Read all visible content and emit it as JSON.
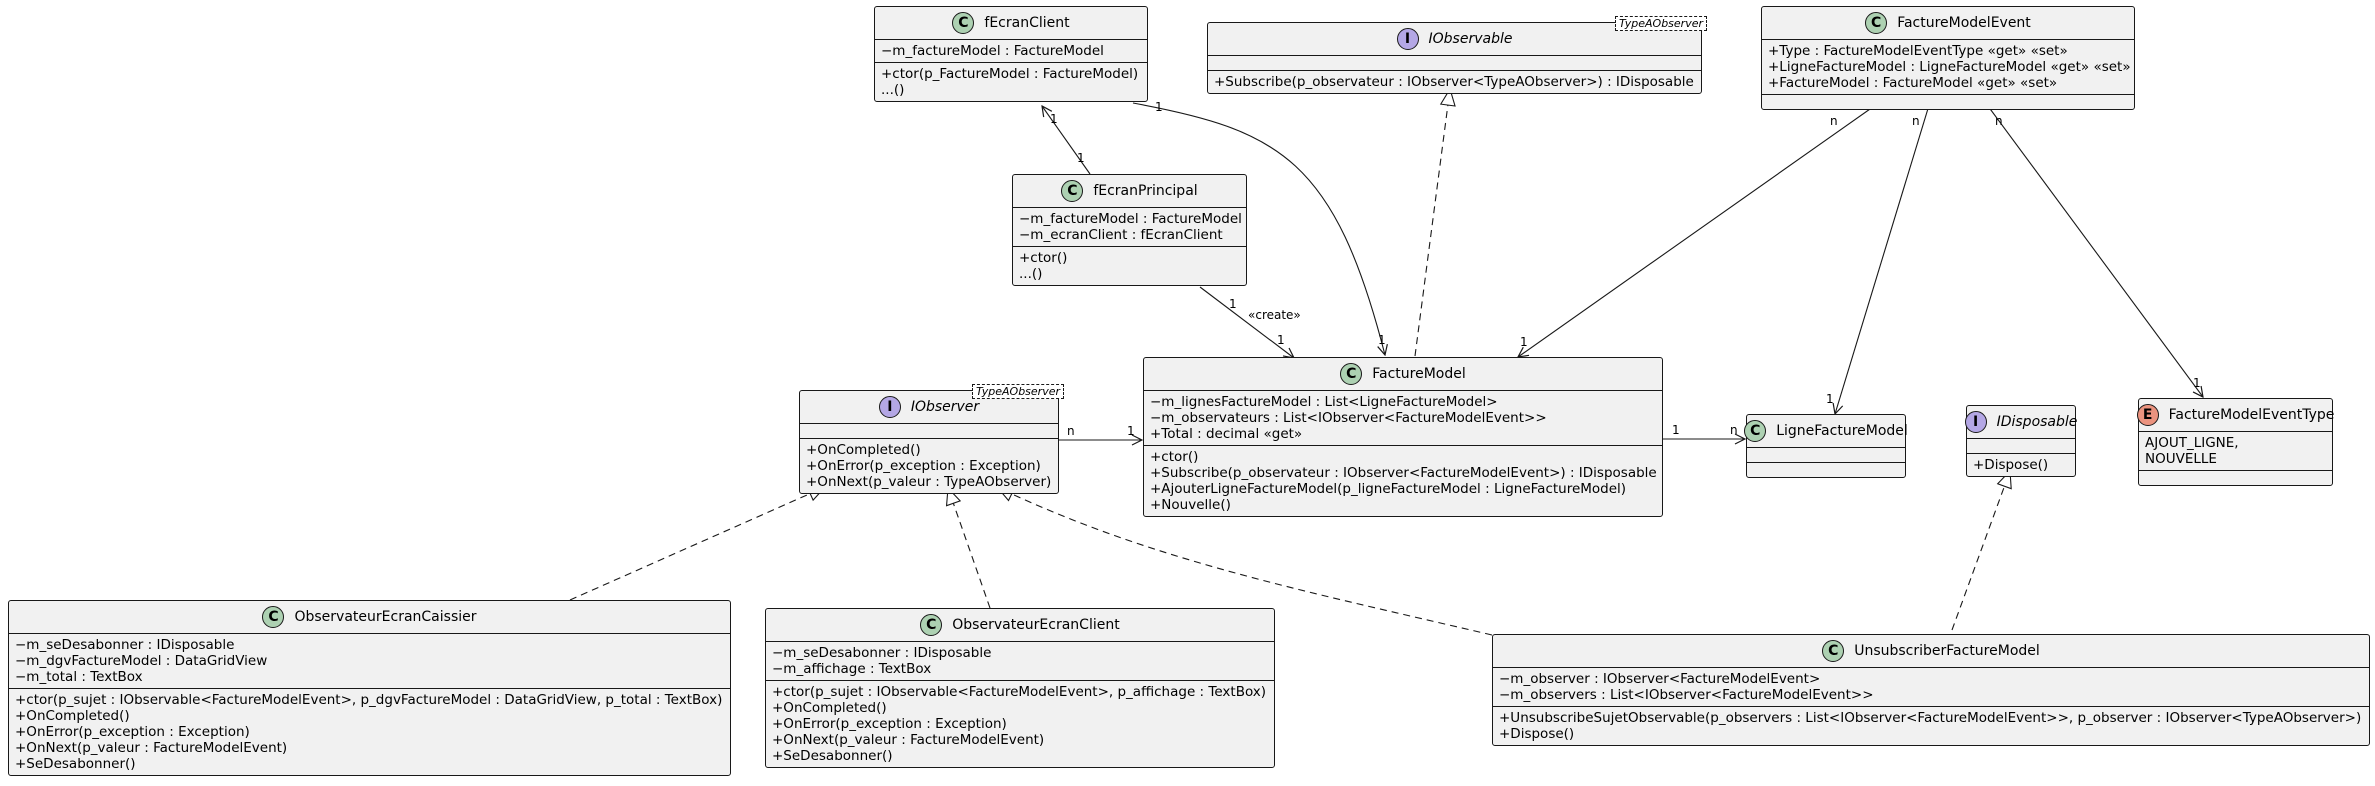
{
  "classes": {
    "fEcranClient": {
      "name": "fEcranClient",
      "attributes": [
        "−m_factureModel : FactureModel"
      ],
      "methods": [
        "+ctor(p_FactureModel : FactureModel)",
        "...()"
      ]
    },
    "IObservable": {
      "name": "IObservable",
      "type_param": "TypeAObserver",
      "attributes": [],
      "methods": [
        "+Subscribe(p_observateur : IObserver<TypeAObserver>) : IDisposable"
      ]
    },
    "FactureModelEvent": {
      "name": "FactureModelEvent",
      "attributes": [
        "+Type : FactureModelEventType «get» «set»",
        "+LigneFactureModel : LigneFactureModel «get» «set»",
        "+FactureModel : FactureModel «get» «set»"
      ],
      "methods": []
    },
    "fEcranPrincipal": {
      "name": "fEcranPrincipal",
      "attributes": [
        "−m_factureModel : FactureModel",
        "−m_ecranClient : fEcranClient"
      ],
      "methods": [
        "+ctor()",
        "...()"
      ]
    },
    "FactureModel": {
      "name": "FactureModel",
      "attributes": [
        "−m_lignesFactureModel : List<LigneFactureModel>",
        "−m_observateurs : List<IObserver<FactureModelEvent>>",
        "+Total : decimal «get»"
      ],
      "methods": [
        "+ctor()",
        "+Subscribe(p_observateur : IObserver<FactureModelEvent>) : IDisposable",
        "+AjouterLigneFactureModel(p_ligneFactureModel : LigneFactureModel)",
        "+Nouvelle()"
      ]
    },
    "IObserver": {
      "name": "IObserver",
      "type_param": "TypeAObserver",
      "attributes": [],
      "methods": [
        "+OnCompleted()",
        "+OnError(p_exception : Exception)",
        "+OnNext(p_valeur : TypeAObserver)"
      ]
    },
    "LigneFactureModel": {
      "name": "LigneFactureModel",
      "attributes": [],
      "methods": []
    },
    "IDisposable": {
      "name": "IDisposable",
      "attributes": [],
      "methods": [
        "+Dispose()"
      ]
    },
    "FactureModelEventType": {
      "name": "FactureModelEventType",
      "values": [
        "AJOUT_LIGNE,",
        "NOUVELLE"
      ]
    },
    "ObservateurEcranCaissier": {
      "name": "ObservateurEcranCaissier",
      "attributes": [
        "−m_seDesabonner : IDisposable",
        "−m_dgvFactureModel : DataGridView",
        "−m_total : TextBox"
      ],
      "methods": [
        "+ctor(p_sujet : IObservable<FactureModelEvent>, p_dgvFactureModel : DataGridView, p_total : TextBox)",
        "+OnCompleted()",
        "+OnError(p_exception : Exception)",
        "+OnNext(p_valeur : FactureModelEvent)",
        "+SeDesabonner()"
      ]
    },
    "ObservateurEcranClient": {
      "name": "ObservateurEcranClient",
      "attributes": [
        "−m_seDesabonner : IDisposable",
        "−m_affichage : TextBox"
      ],
      "methods": [
        "+ctor(p_sujet : IObservable<FactureModelEvent>, p_affichage : TextBox)",
        "+OnCompleted()",
        "+OnError(p_exception : Exception)",
        "+OnNext(p_valeur : FactureModelEvent)",
        "+SeDesabonner()"
      ]
    },
    "UnsubscriberFactureModel": {
      "name": "UnsubscriberFactureModel",
      "attributes": [
        "−m_observer : IObserver<FactureModelEvent>",
        "−m_observers : List<IObserver<FactureModelEvent>>"
      ],
      "methods": [
        "+UnsubscribeSujetObservable(p_observers : List<IObserver<FactureModelEvent>>, p_observer : IObserver<TypeAObserver>)",
        "+Dispose()"
      ]
    }
  },
  "icons": {
    "class": "C",
    "interface": "I",
    "enum": "E"
  },
  "colors": {
    "class_icon": "#add1b2",
    "interface_icon": "#b4a7e5",
    "enum_icon": "#eb937f",
    "box_fill": "#f1f1f1",
    "line": "#181818"
  },
  "edge_labels": {
    "client_fm_src": "1",
    "client_fm_dst": "1",
    "princ_client_src": "1",
    "princ_client_dst": "1",
    "princ_fm_src": "1",
    "princ_fm_dst": "1",
    "create": "«create»",
    "ev_fm_src": "n",
    "ev_fm_dst": "1",
    "ev_ligne_src": "n",
    "ev_ligne_dst": "1",
    "ev_type_src": "n",
    "ev_type_dst": "1",
    "obs_fm_src": "n",
    "obs_fm_dst": "1",
    "fm_ligne_src": "1",
    "fm_ligne_dst": "n"
  }
}
